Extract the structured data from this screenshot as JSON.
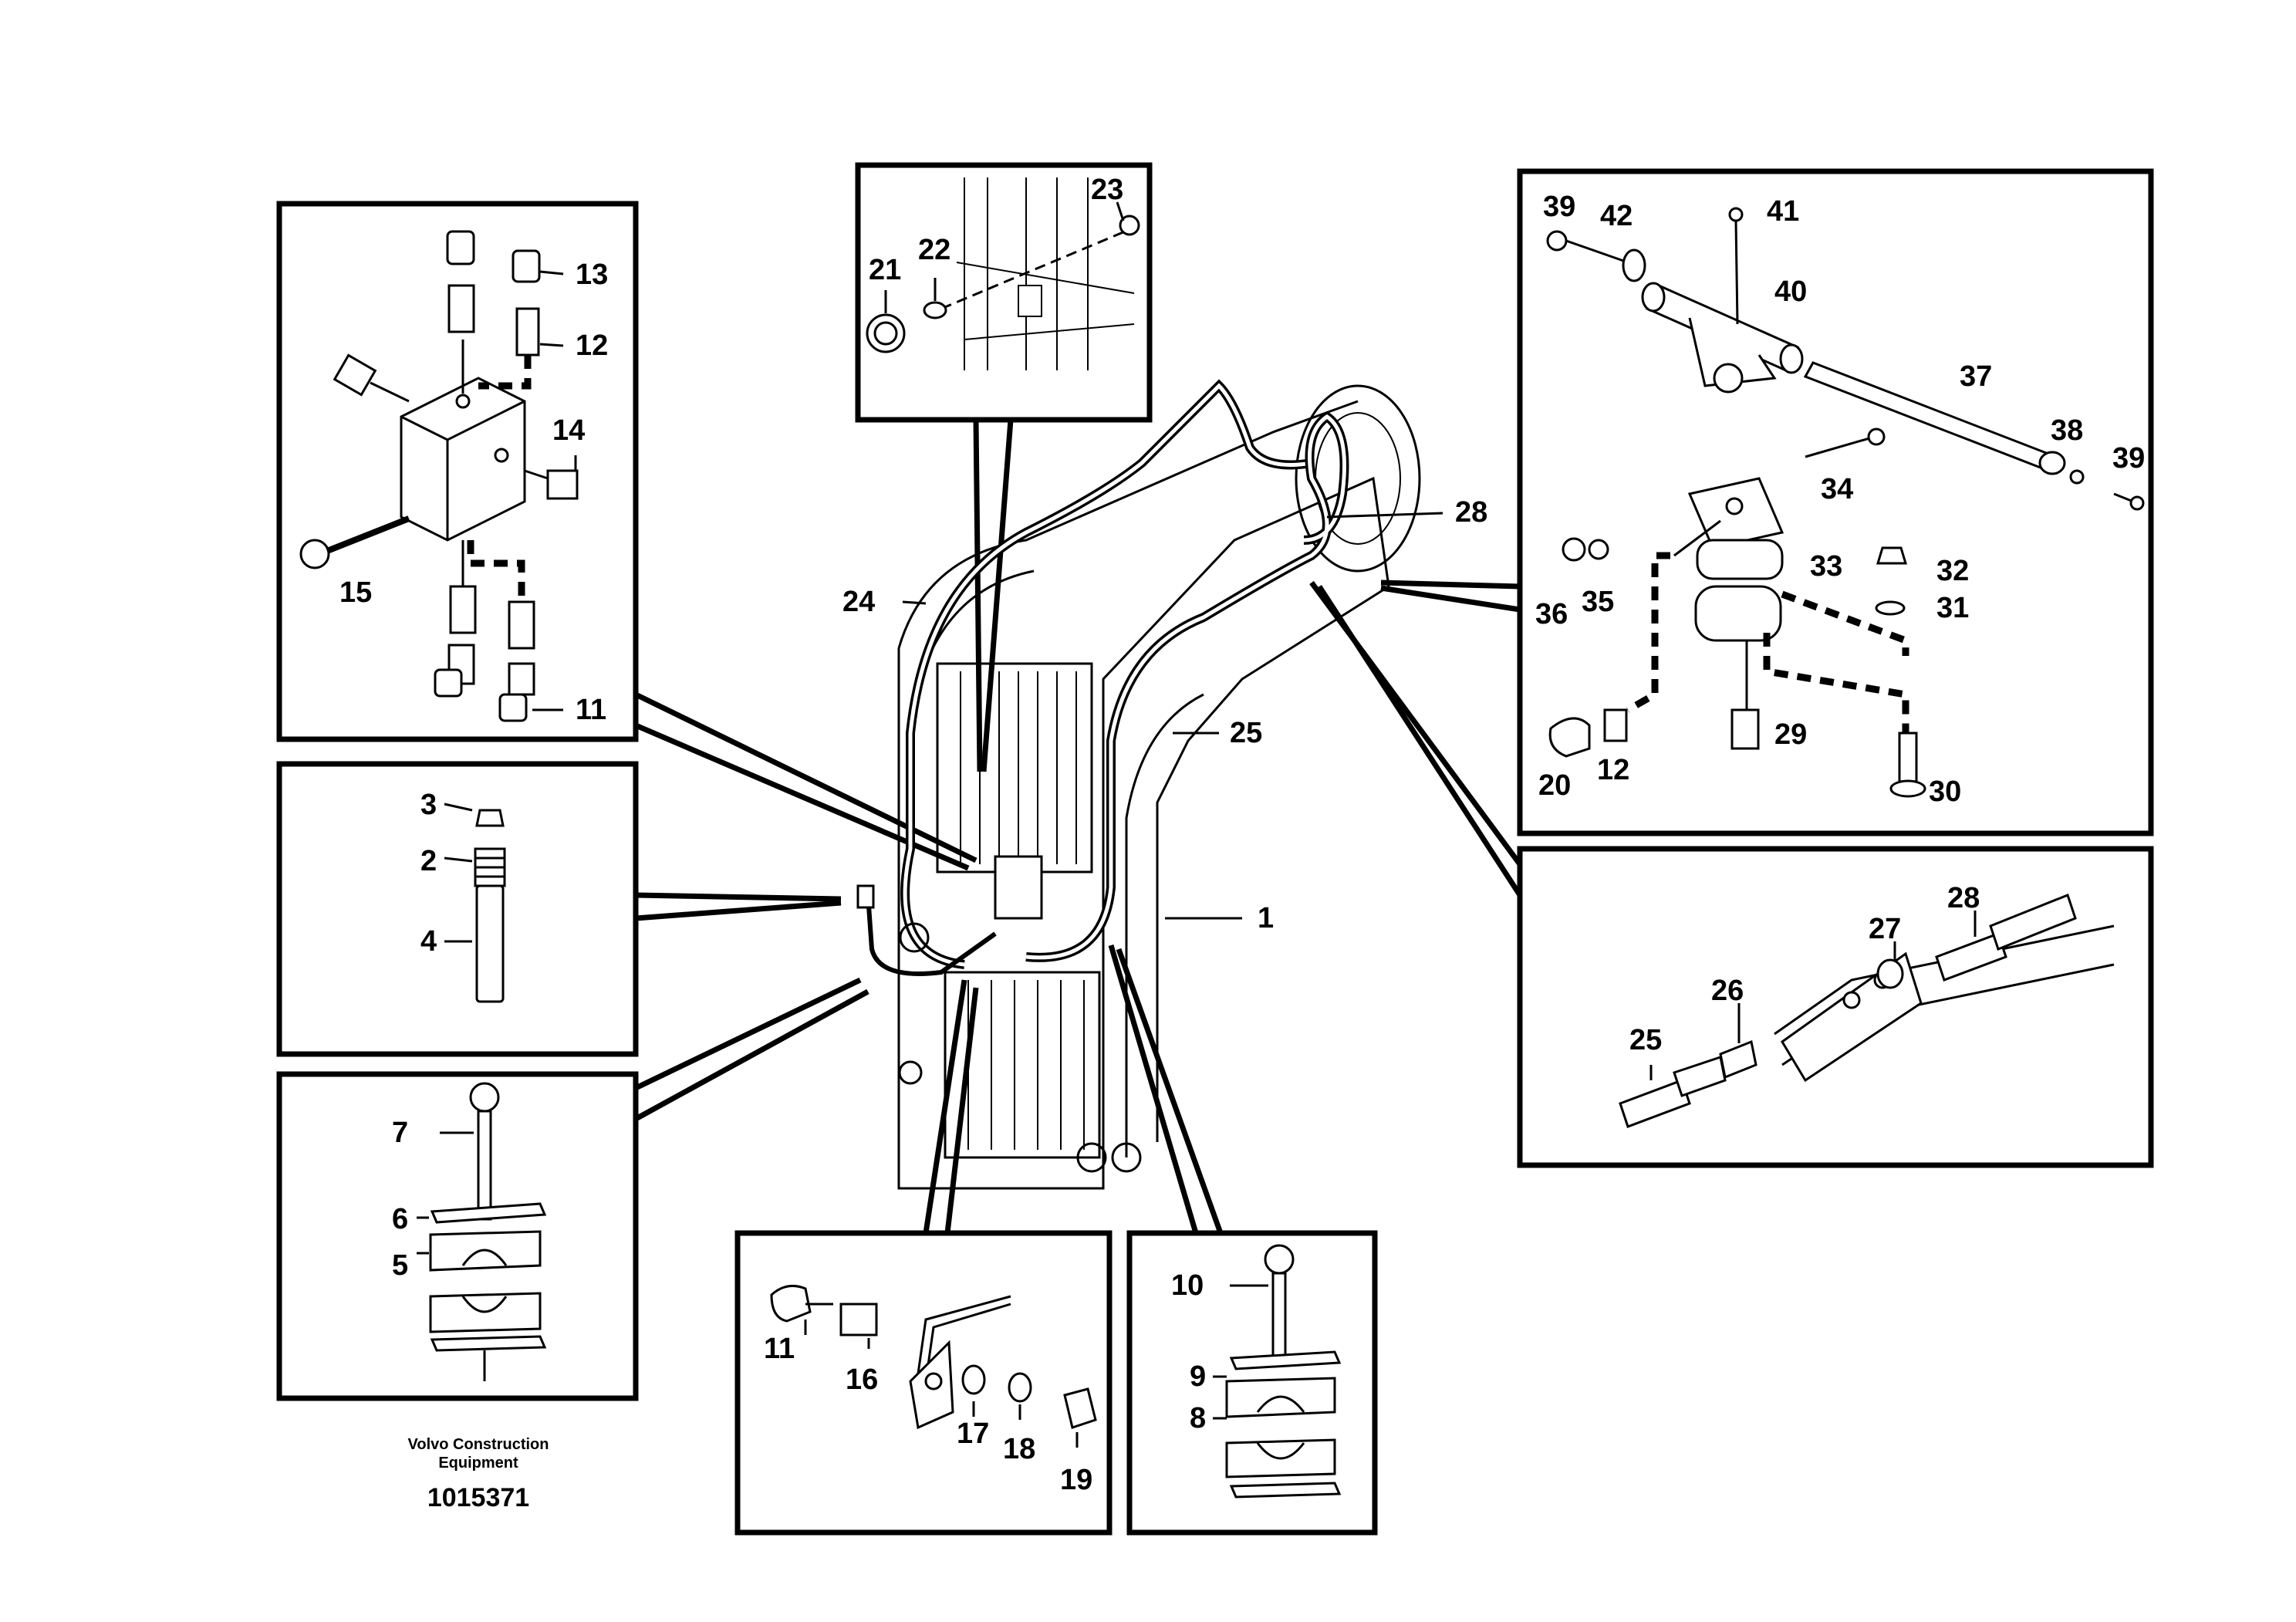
{
  "footer": {
    "brand_line1": "Volvo Construction",
    "brand_line2": "Equipment",
    "doc_number": "1015371"
  },
  "labels": {
    "l1": "1",
    "l2": "2",
    "l3": "3",
    "l4": "4",
    "l5": "5",
    "l6": "6",
    "l7": "7",
    "l8": "8",
    "l9": "9",
    "l10": "10",
    "l11": "11",
    "l11b": "11",
    "l12": "12",
    "l12b": "12",
    "l13": "13",
    "l14": "14",
    "l15": "15",
    "l16": "16",
    "l17": "17",
    "l18": "18",
    "l19": "19",
    "l20": "20",
    "l21": "21",
    "l22": "22",
    "l23": "23",
    "l24": "24",
    "l25": "25",
    "l25b": "25",
    "l26": "26",
    "l27": "27",
    "l28": "28",
    "l28b": "28",
    "l29": "29",
    "l30": "30",
    "l31": "31",
    "l32": "32",
    "l33": "33",
    "l34": "34",
    "l35": "35",
    "l36": "36",
    "l37": "37",
    "l38": "38",
    "l39": "39",
    "l39b": "39",
    "l40": "40",
    "l41": "41",
    "l42": "42"
  }
}
